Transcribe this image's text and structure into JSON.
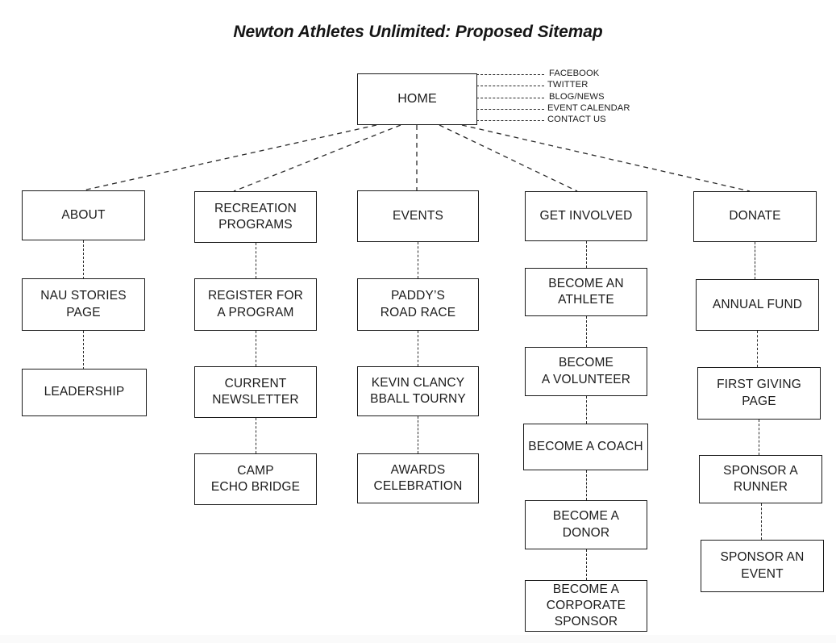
{
  "title": "Newton Athletes Unlimited: Proposed Sitemap",
  "root": {
    "label": "HOME"
  },
  "external_links": [
    {
      "label": "FACEBOOK"
    },
    {
      "label": "TWITTER"
    },
    {
      "label": "BLOG/NEWS"
    },
    {
      "label": "EVENT CALENDAR"
    },
    {
      "label": "CONTACT US"
    }
  ],
  "columns": [
    {
      "id": "about",
      "nodes": [
        {
          "label": "ABOUT"
        },
        {
          "label": "NAU STORIES\nPAGE"
        },
        {
          "label": "LEADERSHIP"
        }
      ]
    },
    {
      "id": "recreation-programs",
      "nodes": [
        {
          "label": "RECREATION\nPROGRAMS"
        },
        {
          "label": "REGISTER FOR\nA PROGRAM"
        },
        {
          "label": "CURRENT\nNEWSLETTER"
        },
        {
          "label": "CAMP\nECHO BRIDGE"
        }
      ]
    },
    {
      "id": "events",
      "nodes": [
        {
          "label": "EVENTS"
        },
        {
          "label": "PADDY’S\nROAD RACE"
        },
        {
          "label": "KEVIN CLANCY\nBBALL TOURNY"
        },
        {
          "label": "AWARDS\nCELEBRATION"
        }
      ]
    },
    {
      "id": "get-involved",
      "nodes": [
        {
          "label": "GET INVOLVED"
        },
        {
          "label": "BECOME AN\nATHLETE"
        },
        {
          "label": "BECOME\nA VOLUNTEER"
        },
        {
          "label": "BECOME A COACH"
        },
        {
          "label": "BECOME A\nDONOR"
        },
        {
          "label": "BECOME A\nCORPORATE\nSPONSOR"
        }
      ]
    },
    {
      "id": "donate",
      "nodes": [
        {
          "label": "DONATE"
        },
        {
          "label": "ANNUAL FUND"
        },
        {
          "label": "FIRST GIVING\nPAGE"
        },
        {
          "label": "SPONSOR A\nRUNNER"
        },
        {
          "label": "SPONSOR AN\nEVENT"
        }
      ]
    }
  ],
  "colors": {
    "background": "#ffffff",
    "stroke": "#1b1b1b",
    "connector": "#2a2a2a",
    "text": "#1b1b1b"
  }
}
